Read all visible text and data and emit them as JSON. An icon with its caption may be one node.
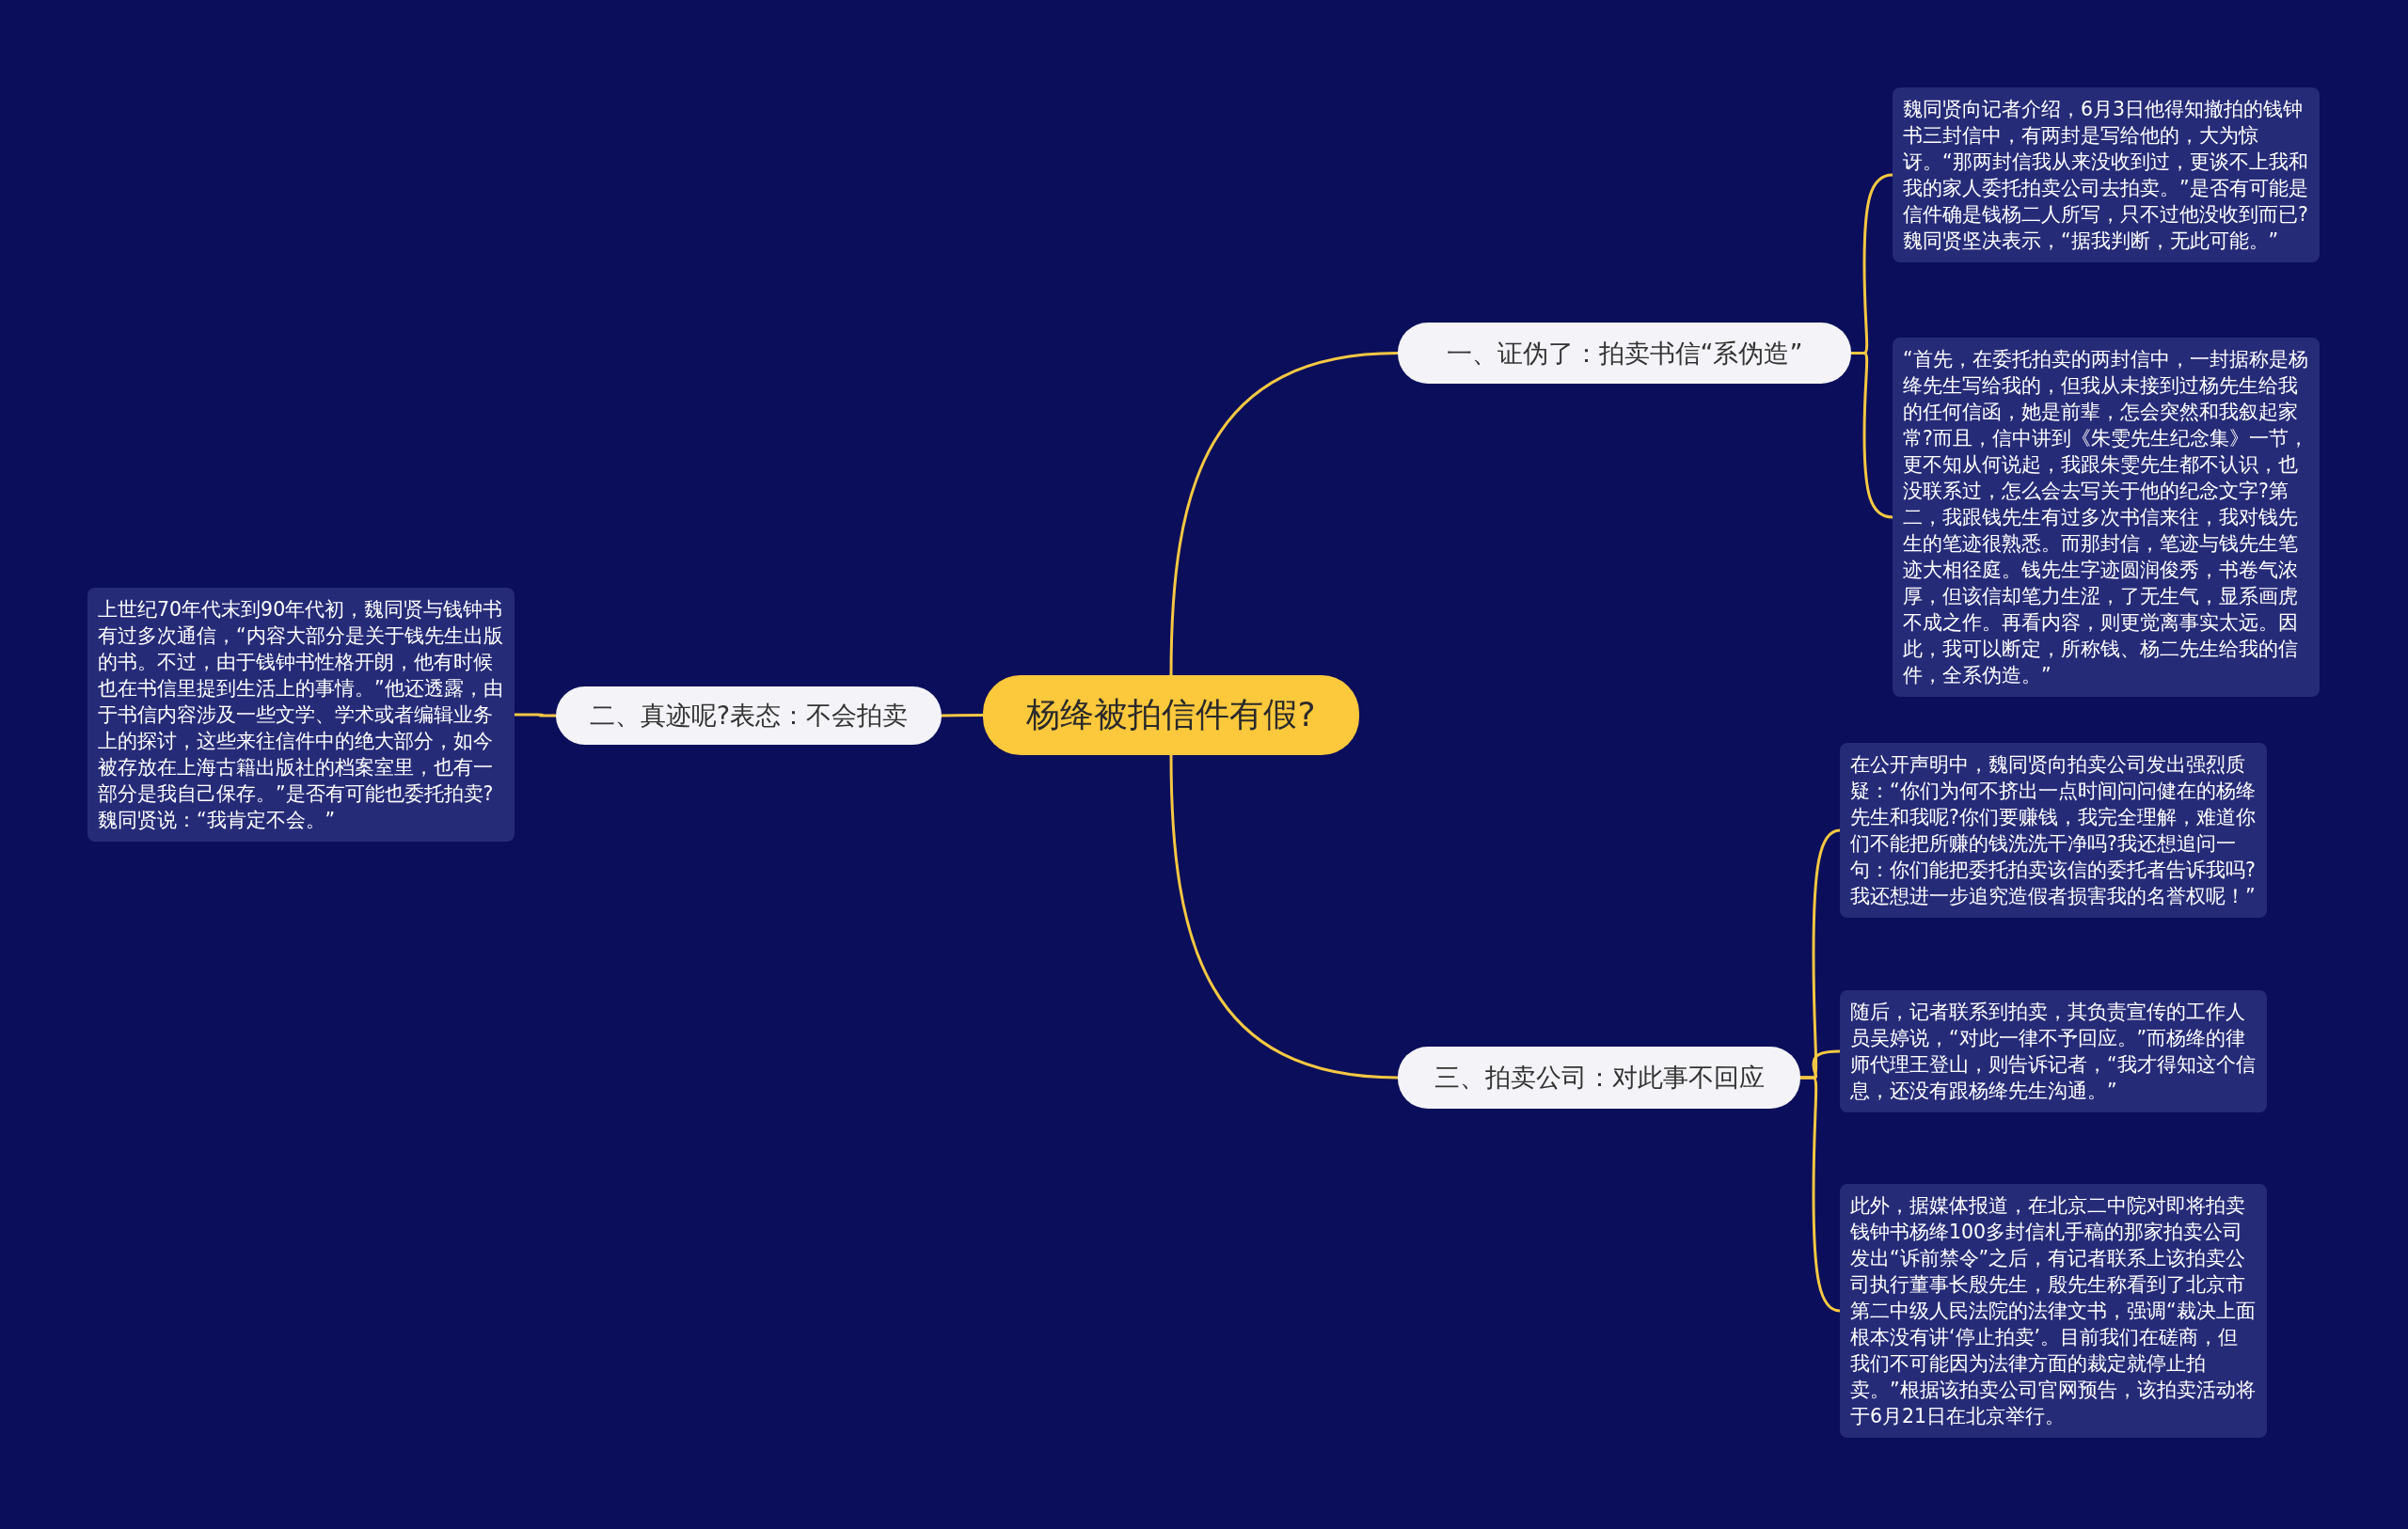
{
  "diagram": {
    "nodes": [
      {
        "text": [
          "杨绛被拍信件有假?"
        ]
      },
      {
        "text": [
          "一、证伪了：拍卖书信“系伪造”"
        ]
      },
      {
        "text": [
          "魏同贤向记者介绍，6月3日他得知撤拍的钱钟书三封信中，有两封是写给他的，大为惊讶。“那两封信我从来没收到过，更谈不上我和我的家人委托拍卖公司去拍卖。”是否有可能是信件确是钱杨二人所写，只不过他没收到而已?魏同贤坚决表示，“据我判断，无此可能。”"
        ]
      },
      {
        "text": [
          "“首先，在委托拍卖的两封信中，一封据称是杨绛先生写给我的，但我从未接到过杨先生给我的任何信函，她是前辈，怎会突然和我叙起家常?而且，信中讲到《朱雯先生纪念集》一节，更不知从何说起，我跟朱雯先生都不认识，也没联系过，怎么会去写关于他的纪念文字?第二，我跟钱先生有过多次书信来往，我对钱先生的笔迹很熟悉。而那封信，笔迹与钱先生笔迹大相径庭。钱先生字迹圆润俊秀，书卷气浓厚，但该信却笔力生涩，了无生气，显系画虎不成之作。再看内容，则更觉离事实太远。因此，我可以断定，所称钱、杨二先生给我的信件，全系伪造。”"
        ]
      },
      {
        "text": [
          "二、真迹呢?表态：不会拍卖"
        ]
      },
      {
        "text": [
          "上世纪70年代末到90年代初，魏同贤与钱钟书有过多次通信，“内容大部分是关于钱先生出版的书。不过，由于钱钟书性格开朗，他有时候也在书信里提到生活上的事情。”他还透露，由于书信内容涉及一些文学、学术或者编辑业务上的探讨，这些来往信件中的绝大部分，如今被存放在上海古籍出版社的档案室里，也有一部分是我自己保存。”是否有可能也委托拍卖?魏同贤说：“我肯定不会。”"
        ]
      },
      {
        "text": [
          "三、拍卖公司：对此事不回应"
        ]
      },
      {
        "text": [
          "在公开声明中，魏同贤向拍卖公司发出强烈质疑：“你们为何不挤出一点时间问问健在的杨绛先生和我呢?你们要赚钱，我完全理解，难道你们不能把所赚的钱洗洗干净吗?我还想追问一句：你们能把委托拍卖该信的委托者告诉我吗?我还想进一步追究造假者损害我的名誉权呢！”"
        ]
      },
      {
        "text": [
          "随后，记者联系到拍卖，其负责宣传的工作人员吴婷说，“对此一律不予回应。”而杨绛的律师代理王登山，则告诉记者，“我才得知这个信息，还没有跟杨绛先生沟通。”"
        ]
      },
      {
        "text": [
          "此外，据媒体报道，在北京二中院对即将拍卖钱钟书杨绛100多封信札手稿的那家拍卖公司发出“诉前禁令”之后，有记者联系上该拍卖公司执行董事长殷先生，殷先生称看到了北京市第二中级人民法院的法律文书，强调“裁决上面根本没有讲‘停止拍卖’。目前我们在磋商，但我们不可能因为法律方面的裁定就停止拍卖。”根据该拍卖公司官网预告，该拍卖活动将于6月21日在北京举行。"
        ]
      }
    ],
    "edges": [
      {
        "from": 0,
        "to": 1,
        "arrow": "none"
      },
      {
        "from": 1,
        "to": 2,
        "arrow": "none"
      },
      {
        "from": 1,
        "to": 3,
        "arrow": "none"
      },
      {
        "from": 0,
        "to": 4,
        "arrow": "none"
      },
      {
        "from": 4,
        "to": 5,
        "arrow": "none"
      },
      {
        "from": 0,
        "to": 6,
        "arrow": "none"
      },
      {
        "from": 6,
        "to": 7,
        "arrow": "none"
      },
      {
        "from": 6,
        "to": 8,
        "arrow": "none"
      },
      {
        "from": 6,
        "to": 9,
        "arrow": "none"
      }
    ]
  }
}
